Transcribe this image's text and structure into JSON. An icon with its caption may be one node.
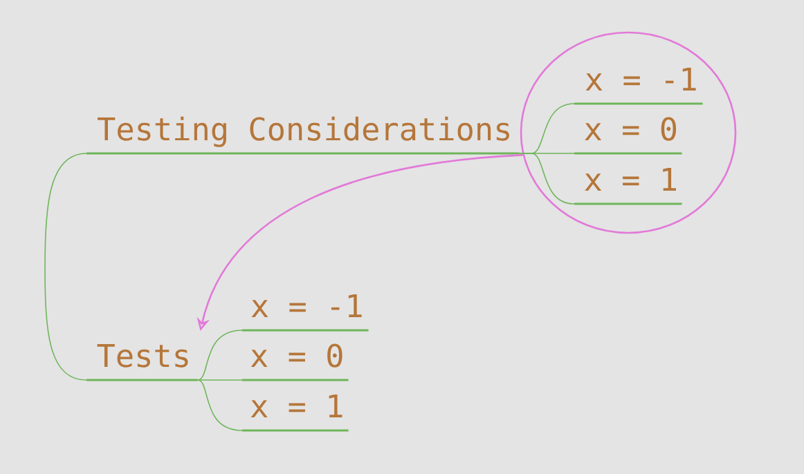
{
  "diagram": {
    "nodes": [
      {
        "text": [
          "Testing Considerations"
        ]
      },
      {
        "text": [],
        "shape": "circle"
      },
      {
        "text": [
          "x = -1"
        ],
        "in": 1
      },
      {
        "text": [
          "x = 0"
        ],
        "in": 1
      },
      {
        "text": [
          "x = 1"
        ],
        "in": 1
      },
      {
        "text": [
          "Tests"
        ]
      },
      {
        "text": [
          "x = -1"
        ]
      },
      {
        "text": [
          "x = 0"
        ]
      },
      {
        "text": [
          "x = 1"
        ]
      }
    ],
    "edges": [
      {
        "from": 0,
        "to": 2,
        "arrow": "none"
      },
      {
        "from": 0,
        "to": 3,
        "arrow": "none"
      },
      {
        "from": 0,
        "to": 4,
        "arrow": "none"
      },
      {
        "from": 0,
        "to": 5,
        "arrow": "none"
      },
      {
        "from": 5,
        "to": 6,
        "arrow": "none"
      },
      {
        "from": 5,
        "to": 7,
        "arrow": "none"
      },
      {
        "from": 5,
        "to": 8,
        "arrow": "none"
      },
      {
        "from": 1,
        "to": 5,
        "arrow": "to",
        "color": "#e27ad8"
      }
    ]
  }
}
